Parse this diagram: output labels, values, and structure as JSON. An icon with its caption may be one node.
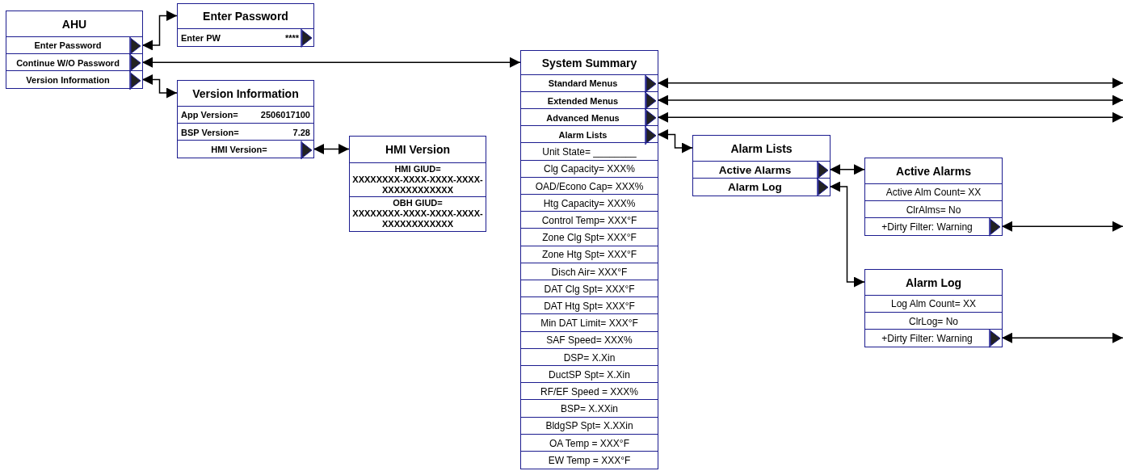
{
  "diagram": {
    "nodes": [
      {
        "text": [
          "AHU"
        ]
      },
      {
        "text": [
          "Enter Password"
        ],
        "in": 0
      },
      {
        "text": [
          "Continue W/O Password"
        ],
        "in": 0
      },
      {
        "text": [
          "Version Information"
        ],
        "in": 0
      },
      {
        "text": [
          "Enter Password"
        ]
      },
      {
        "text": [
          "Enter PW",
          "****"
        ],
        "in": 4
      },
      {
        "text": [
          "Version Information"
        ]
      },
      {
        "text": [
          "App Version=",
          "2506017100"
        ],
        "in": 6
      },
      {
        "text": [
          "BSP Version=",
          "7.28"
        ],
        "in": 6
      },
      {
        "text": [
          "HMI Version="
        ],
        "in": 6
      },
      {
        "text": [
          "HMI Version"
        ]
      },
      {
        "text": [
          "HMI GIUD=",
          "XXXXXXXX-XXXX-XXXX-XXXX-XXXXXXXXXXXX"
        ],
        "in": 10
      },
      {
        "text": [
          "OBH GIUD=",
          "XXXXXXXX-XXXX-XXXX-XXXX-XXXXXXXXXXXX"
        ],
        "in": 10
      },
      {
        "text": [
          "System Summary"
        ]
      },
      {
        "text": [
          "Standard Menus"
        ],
        "in": 13
      },
      {
        "text": [
          "Extended Menus"
        ],
        "in": 13
      },
      {
        "text": [
          "Advanced Menus"
        ],
        "in": 13
      },
      {
        "text": [
          "Alarm Lists"
        ],
        "in": 13
      },
      {
        "text": [
          "Unit State= ________"
        ],
        "in": 13
      },
      {
        "text": [
          "Clg Capacity= XXX%"
        ],
        "in": 13
      },
      {
        "text": [
          "OAD/Econo Cap= XXX%"
        ],
        "in": 13
      },
      {
        "text": [
          "Htg Capacity= XXX%"
        ],
        "in": 13
      },
      {
        "text": [
          "Control Temp= XXX°F"
        ],
        "in": 13
      },
      {
        "text": [
          "Zone Clg Spt= XXX°F"
        ],
        "in": 13
      },
      {
        "text": [
          "Zone Htg Spt= XXX°F"
        ],
        "in": 13
      },
      {
        "text": [
          "Disch Air= XXX°F"
        ],
        "in": 13
      },
      {
        "text": [
          "DAT Clg Spt= XXX°F"
        ],
        "in": 13
      },
      {
        "text": [
          "DAT Htg Spt= XXX°F"
        ],
        "in": 13
      },
      {
        "text": [
          "Min DAT Limit= XXX°F"
        ],
        "in": 13
      },
      {
        "text": [
          "SAF Speed= XXX%"
        ],
        "in": 13
      },
      {
        "text": [
          "DSP= X.Xin"
        ],
        "in": 13
      },
      {
        "text": [
          "DuctSP Spt= X.Xin"
        ],
        "in": 13
      },
      {
        "text": [
          "RF/EF Speed = XXX%"
        ],
        "in": 13
      },
      {
        "text": [
          "BSP= X.XXin"
        ],
        "in": 13
      },
      {
        "text": [
          "BldgSP Spt= X.XXin"
        ],
        "in": 13
      },
      {
        "text": [
          "OA Temp = XXX°F"
        ],
        "in": 13
      },
      {
        "text": [
          "EW Temp = XXX°F"
        ],
        "in": 13
      },
      {
        "text": [
          "Alarm Lists"
        ]
      },
      {
        "text": [
          "Active Alarms"
        ],
        "in": 37
      },
      {
        "text": [
          "Alarm Log"
        ],
        "in": 37
      },
      {
        "text": [
          "Active Alarms"
        ]
      },
      {
        "text": [
          "Active Alm Count= XX"
        ],
        "in": 40
      },
      {
        "text": [
          "ClrAlms= No"
        ],
        "in": 40
      },
      {
        "text": [
          "+Dirty Filter: Warning"
        ],
        "in": 40
      },
      {
        "text": [
          "Alarm Log"
        ]
      },
      {
        "text": [
          "Log Alm Count= XX"
        ],
        "in": 44
      },
      {
        "text": [
          "ClrLog= No"
        ],
        "in": 44
      },
      {
        "text": [
          "+Dirty Filter: Warning"
        ],
        "in": 44
      }
    ],
    "edges": [
      {
        "from": 1,
        "to": 4,
        "arrow": "both"
      },
      {
        "from": 2,
        "to": 13,
        "arrow": "both"
      },
      {
        "from": 3,
        "to": 6,
        "arrow": "both"
      },
      {
        "from": 9,
        "to": 10,
        "arrow": "both"
      },
      {
        "from": 14,
        "to": null,
        "arrow": "both"
      },
      {
        "from": 15,
        "to": null,
        "arrow": "both"
      },
      {
        "from": 16,
        "to": null,
        "arrow": "both"
      },
      {
        "from": 17,
        "to": 37,
        "arrow": "both"
      },
      {
        "from": 38,
        "to": 40,
        "arrow": "both"
      },
      {
        "from": 39,
        "to": 44,
        "arrow": "both"
      },
      {
        "from": 43,
        "to": null,
        "arrow": "both"
      },
      {
        "from": 47,
        "to": null,
        "arrow": "both"
      }
    ]
  }
}
